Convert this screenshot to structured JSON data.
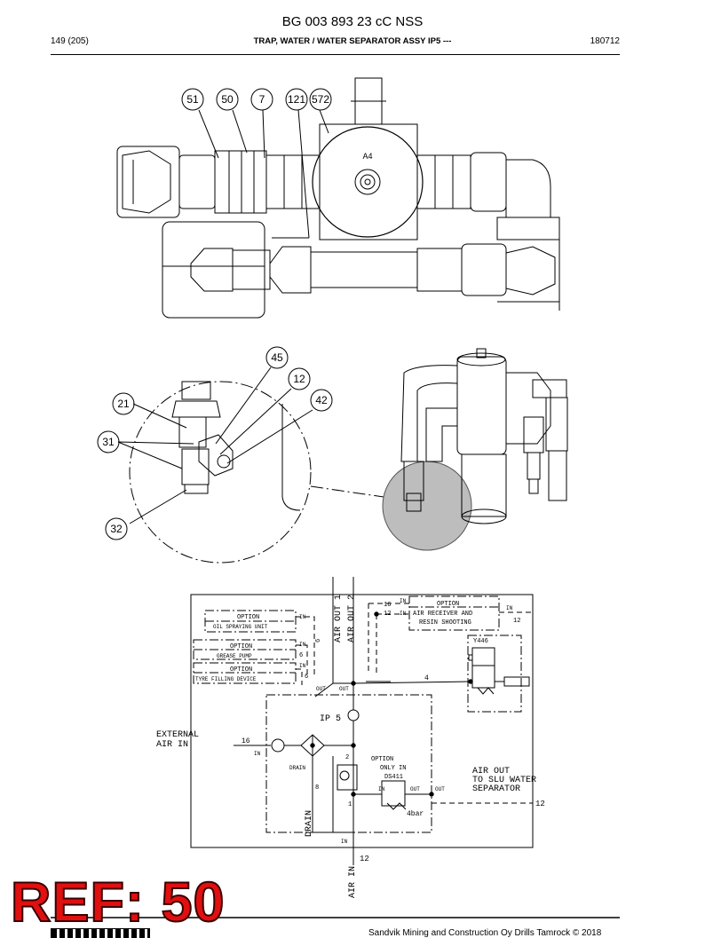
{
  "header": {
    "title": "BG 003 893 23 cC NSS",
    "page": "149 (205)",
    "subtitle": "TRAP, WATER / WATER SEPARATOR ASSY IP5 ---",
    "date": "180712"
  },
  "callouts_top": [
    "51",
    "50",
    "7",
    "121",
    "572"
  ],
  "callouts_middle": [
    "45",
    "12",
    "21",
    "42",
    "31",
    "32"
  ],
  "part_labels": {
    "a4": "A4"
  },
  "schematic": {
    "external_air_in_line1": "EXTERNAL",
    "external_air_in_line2": "AIR IN",
    "ip5": "IP 5",
    "drain_small": "DRAIN",
    "drain_big": "DRAIN",
    "air_out_1": "AIR OUT 1",
    "air_out_2": "AIR OUT 2",
    "air_in": "AIR IN",
    "option": "OPTION",
    "oil_spraying_unit": "OIL SPRAYING UNIT",
    "grease_pump": "GREASE PUMP",
    "tyre_filling_device": "TYRE FILLING DEVICE",
    "air_receiver_line1": "AIR RECEIVER AND",
    "air_receiver_line2": "RESIN SHOOTING",
    "only_in": "ONLY IN",
    "ds411": "DS411",
    "y446": "Y446",
    "air_out_slu_line1": "AIR OUT",
    "air_out_slu_line2": "TO SLU WATER",
    "air_out_slu_line3": "SEPARATOR",
    "bar": "4bar",
    "in": "IN",
    "out": "OUT",
    "n16": "16",
    "n12": "12",
    "n6": "6",
    "n4": "4",
    "n8": "8",
    "n2": "2",
    "n1": "1"
  },
  "stamp": {
    "ref": "REF: 50"
  },
  "footer": {
    "copyright": "Sandvik Mining and Construction Oy Drills Tamrock © 2018"
  }
}
